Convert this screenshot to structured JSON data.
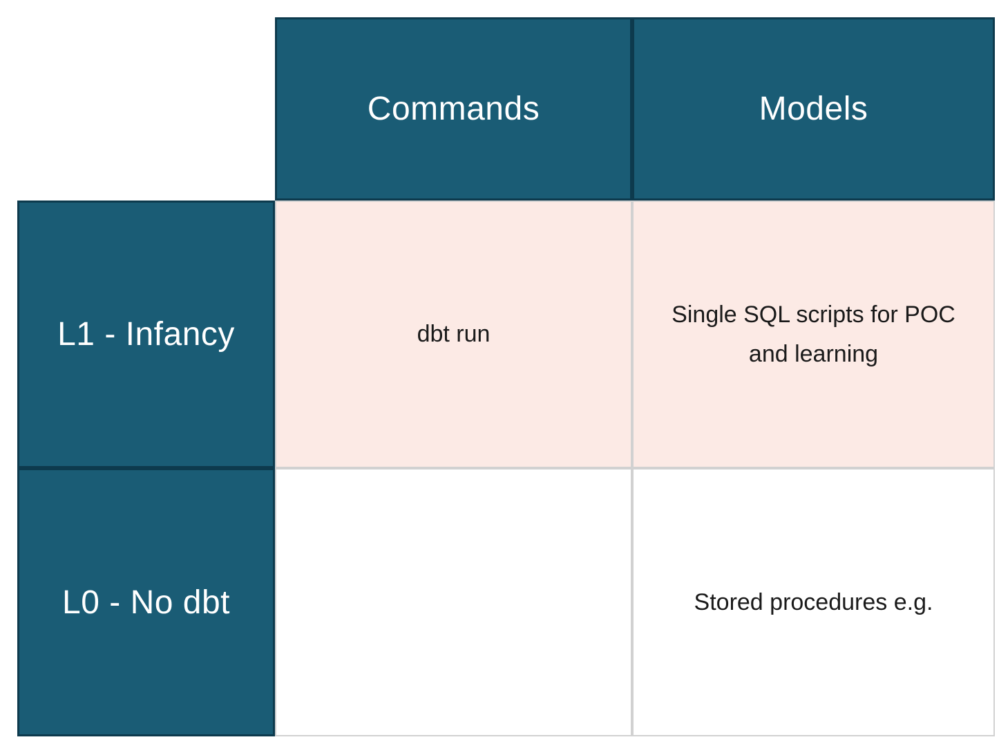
{
  "table": {
    "column_headers": [
      {
        "label": "Commands"
      },
      {
        "label": "Models"
      }
    ],
    "rows": [
      {
        "label": "L1 - Infancy",
        "cells": [
          {
            "text": "dbt run"
          },
          {
            "text": "Single SQL scripts for POC and learning"
          }
        ]
      },
      {
        "label": "L0 - No dbt",
        "cells": [
          {
            "text": ""
          },
          {
            "text": "Stored procedures e.g."
          }
        ]
      }
    ],
    "colors": {
      "header_bg": "#1a5c75",
      "header_border": "#0d3a4d",
      "header_text": "#ffffff",
      "highlight_row_bg": "#fceae5",
      "grid_border": "#d1d1d1",
      "cell_text": "#1a1a1a"
    }
  }
}
